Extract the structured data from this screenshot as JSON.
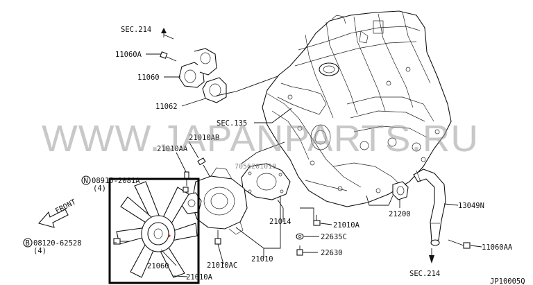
{
  "watermark": "WWW.JAPANPARTS.RU",
  "stamp": "7056201010",
  "diagram_code": "JP10005Q",
  "labels": {
    "sec214_top": "SEC.214",
    "l11060A": "11060A",
    "l11060": "11060",
    "l11062": "11062",
    "sec135": "SEC.135",
    "l21010AB": "21010AB",
    "l21010AA": "21010AA",
    "bolt_n_code": "08915-2081A",
    "bolt_n_qty": "(4)",
    "front": "FRONT",
    "bolt_b_code": "08120-62528",
    "bolt_b_qty": "(4)",
    "l21060": "21060",
    "l21010A_bottom": "21010A",
    "l21010AC": "21010AC",
    "l21010": "21010",
    "l21014": "21014",
    "l21010A_mid": "21010A",
    "l22635C": "22635C",
    "l22630": "22630",
    "l21200": "21200",
    "l13049N": "13049N",
    "l11060AA": "11060AA",
    "sec214_bottom": "SEC.214"
  },
  "callout_n": "N",
  "callout_b": "B"
}
